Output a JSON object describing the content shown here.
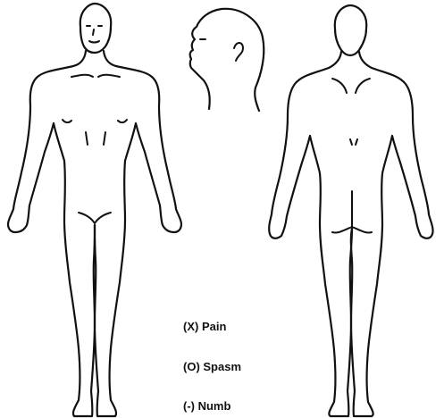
{
  "legend": {
    "items": [
      {
        "label": "(X) Pain"
      },
      {
        "label": "(O) Spasm"
      },
      {
        "label": "(-) Numb"
      }
    ]
  },
  "colors": {
    "line": "#111111",
    "background": "#ffffff"
  }
}
